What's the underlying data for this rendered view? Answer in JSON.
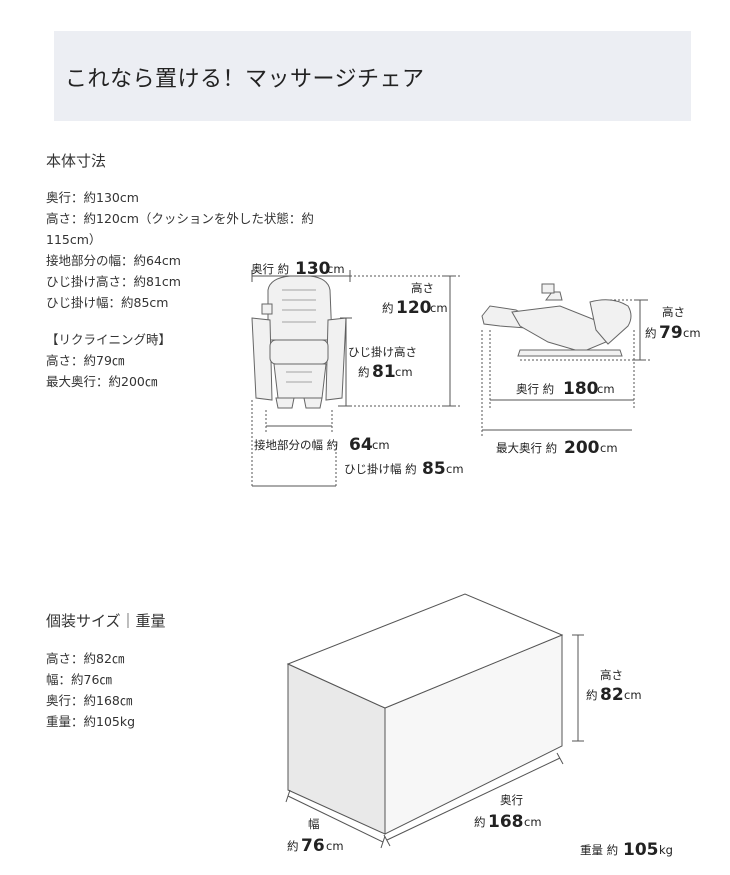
{
  "banner": {
    "title": "これなら置ける！マッサージチェア"
  },
  "body_size": {
    "title": "本体寸法",
    "specs": [
      "奥行：約130cm",
      "高さ：約120cm（クッションを外した状態：約",
      "115cm）",
      "接地部分の幅：約64cm",
      "ひじ掛け高さ：約81cm",
      "ひじ掛け幅：約85cm"
    ],
    "reclining_title": "【リクライニング時】",
    "reclining_specs": [
      "高さ：約79㎝",
      "最大奥行：約200㎝"
    ],
    "diagram": {
      "depth": {
        "label": "奥行 約",
        "value": "130",
        "unit": "cm"
      },
      "height": {
        "label": "高さ",
        "prefix": "約",
        "value": "120",
        "unit": "cm"
      },
      "armrest_height": {
        "label": "ひじ掛け高さ",
        "prefix": "約",
        "value": "81",
        "unit": "cm"
      },
      "ground_width": {
        "label": "接地部分の幅 約",
        "value": "64",
        "unit": "cm"
      },
      "armrest_width": {
        "label": "ひじ掛け幅 約",
        "value": "85",
        "unit": "cm"
      },
      "recline_height": {
        "label": "高さ",
        "prefix": "約",
        "value": "79",
        "unit": "cm"
      },
      "recline_depth": {
        "label": "奥行 約",
        "value": "180",
        "unit": "cm"
      },
      "recline_max_depth": {
        "label": "最大奥行 約",
        "value": "200",
        "unit": "cm"
      }
    }
  },
  "package": {
    "title": "個装サイズ｜重量",
    "specs": [
      "高さ：約82㎝",
      "幅：約76㎝",
      "奥行：約168㎝",
      "重量：約105kg"
    ],
    "diagram": {
      "height": {
        "label": "高さ",
        "prefix": "約",
        "value": "82",
        "unit": "cm"
      },
      "depth": {
        "label": "奥行",
        "prefix": "約",
        "value": "168",
        "unit": "cm"
      },
      "width": {
        "label": "幅",
        "prefix": "約",
        "value": "76",
        "unit": "cm"
      },
      "weight": {
        "label": "重量 約",
        "value": "105",
        "unit": "kg"
      }
    }
  }
}
